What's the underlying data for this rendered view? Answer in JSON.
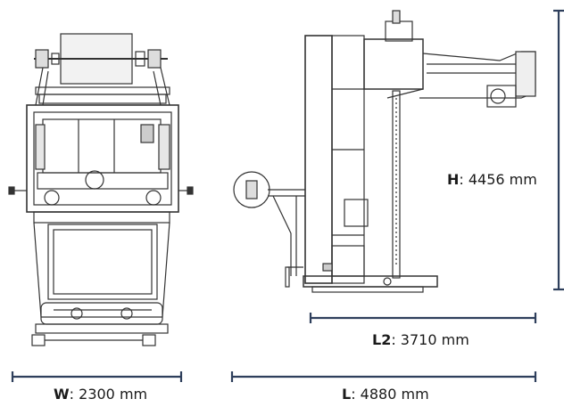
{
  "colors": {
    "line": "#333333",
    "dimension": "#2e3f5c",
    "background": "#ffffff"
  },
  "dimensions": {
    "height": {
      "key": "H",
      "value": ": 4456 mm"
    },
    "length2": {
      "key": "L2",
      "value": ": 3710 mm"
    },
    "width": {
      "key": "W",
      "value": ": 2300 mm"
    },
    "length": {
      "key": "L",
      "value": ": 4880 mm"
    }
  }
}
